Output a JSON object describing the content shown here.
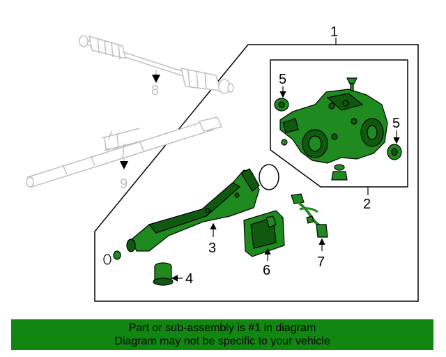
{
  "colors": {
    "part_fill": "#1f8a1f",
    "part_dark": "#0f5a0f",
    "ghost": "#bfbfbf",
    "outline": "#000000",
    "banner": "#118611"
  },
  "callouts": {
    "c1": "1",
    "c2": "2",
    "c3": "3",
    "c4": "4",
    "c5a": "5",
    "c5b": "5",
    "c6": "6",
    "c7": "7",
    "c8": "8",
    "c9": "9"
  },
  "banner": {
    "line1": "Part or sub-assembly is #1 in diagram",
    "line2": "Diagram may not be specific to your vehicle"
  }
}
